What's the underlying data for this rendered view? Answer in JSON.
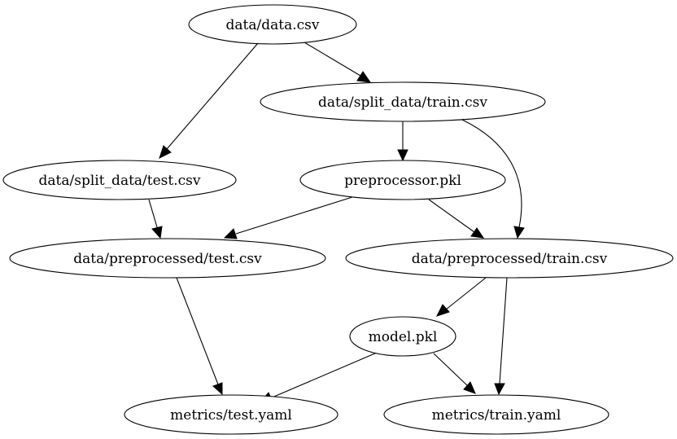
{
  "graph": {
    "nodes": [
      {
        "id": "data_csv",
        "label": "data/data.csv"
      },
      {
        "id": "split_train",
        "label": "data/split_data/train.csv"
      },
      {
        "id": "split_test",
        "label": "data/split_data/test.csv"
      },
      {
        "id": "preprocessor",
        "label": "preprocessor.pkl"
      },
      {
        "id": "pre_test",
        "label": "data/preprocessed/test.csv"
      },
      {
        "id": "pre_train",
        "label": "data/preprocessed/train.csv"
      },
      {
        "id": "model",
        "label": "model.pkl"
      },
      {
        "id": "metrics_test",
        "label": "metrics/test.yaml"
      },
      {
        "id": "metrics_train",
        "label": "metrics/train.yaml"
      }
    ],
    "edges": [
      {
        "from": "data_csv",
        "to": "split_train"
      },
      {
        "from": "data_csv",
        "to": "split_test"
      },
      {
        "from": "split_train",
        "to": "preprocessor"
      },
      {
        "from": "split_train",
        "to": "pre_train"
      },
      {
        "from": "split_test",
        "to": "pre_test"
      },
      {
        "from": "preprocessor",
        "to": "pre_test"
      },
      {
        "from": "preprocessor",
        "to": "pre_train"
      },
      {
        "from": "pre_test",
        "to": "metrics_test"
      },
      {
        "from": "pre_train",
        "to": "model"
      },
      {
        "from": "pre_train",
        "to": "metrics_train"
      },
      {
        "from": "model",
        "to": "metrics_test"
      },
      {
        "from": "model",
        "to": "metrics_train"
      }
    ]
  }
}
